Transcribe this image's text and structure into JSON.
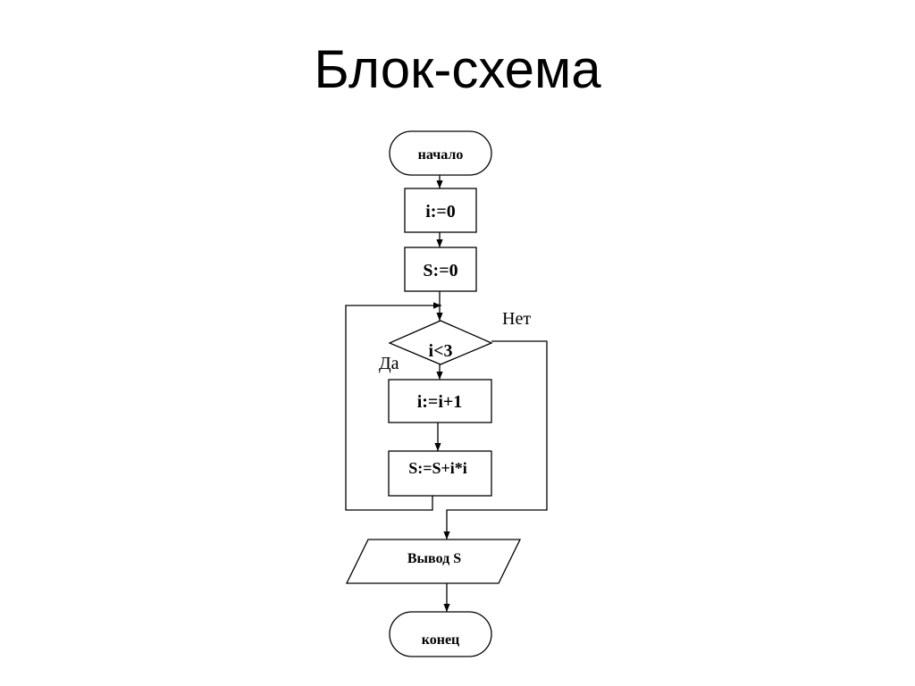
{
  "title": "Блок-схема",
  "nodes": {
    "start": "начало",
    "init_i": "i:=0",
    "init_s": "S:=0",
    "condition": "i<3",
    "increment": "i:=i+1",
    "accumulate": "S:=S+i*i",
    "output": "Вывод S",
    "end": "конец"
  },
  "edge_labels": {
    "yes": "Да",
    "no": "Нет"
  }
}
